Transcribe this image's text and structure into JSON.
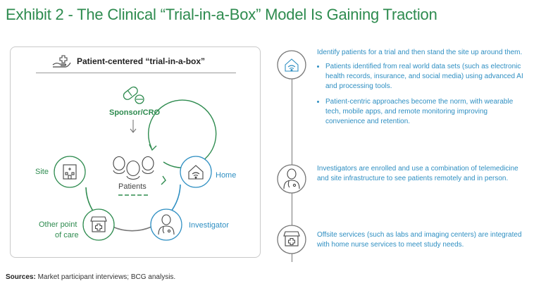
{
  "title": "Exhibit 2 - The Clinical “Trial-in-a-Box” Model Is Gaining Traction",
  "panel": {
    "heading": "Patient-centered “trial-in-a-box”",
    "sponsor_label": "Sponsor/CRO",
    "center_label": "Patients",
    "site_label": "Site",
    "home_label": "Home",
    "other_care_label_line1": "Other point",
    "other_care_label_line2": "of care",
    "investigator_label": "Investigator"
  },
  "colors": {
    "green": "#2e8b4f",
    "blue": "#2f8fc2",
    "gray": "#777777"
  },
  "right": {
    "block1": {
      "text": "Identify patients for a trial and then stand the site up around them.",
      "bullets": [
        "Patients identified from real world data sets (such as electronic health records, insurance, and social media) using advanced AI and processing tools.",
        "Patient-centric approaches become the norm, with wearable tech, mobile apps, and remote monitoring improving convenience and retention."
      ]
    },
    "block2": {
      "text": "Investigators are enrolled and use a combination of telemedicine and site infrastructure to see patients remotely and in person."
    },
    "block3": {
      "text": "Offsite services (such as labs and imaging centers) are integrated with home nurse services to meet study needs."
    }
  },
  "sources": {
    "label": "Sources:",
    "text": " Market participant interviews; BCG analysis."
  }
}
